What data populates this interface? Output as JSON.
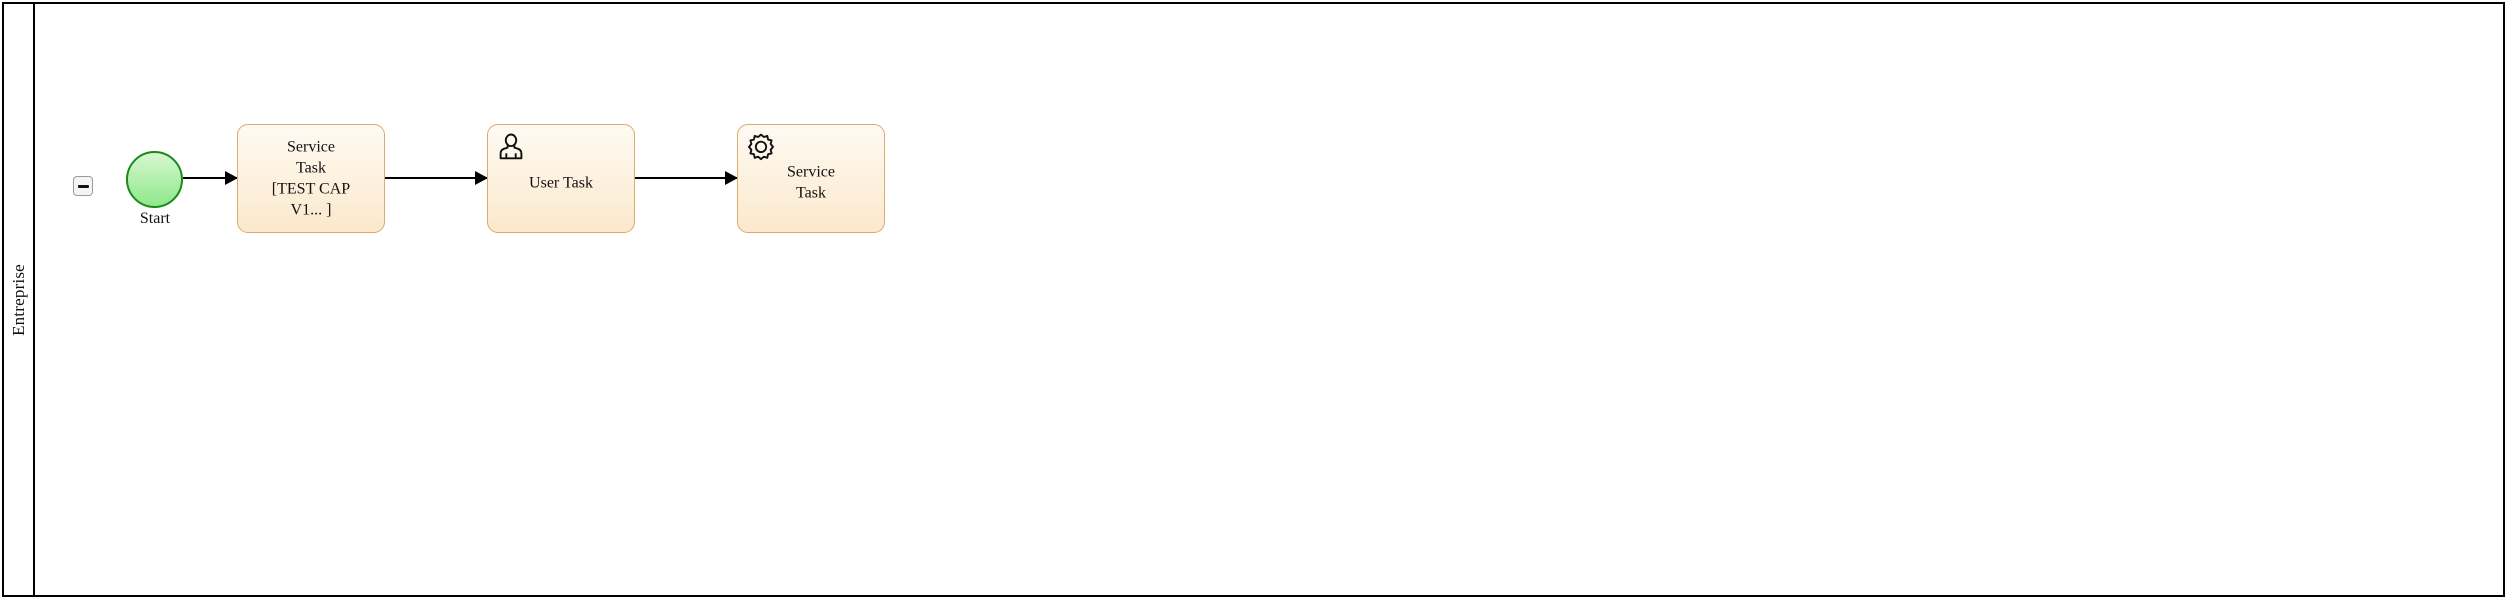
{
  "diagram": {
    "type": "bpmn-process",
    "pool": {
      "lane_label": "Entreprise",
      "collapse_toggle": "−"
    },
    "nodes": [
      {
        "id": "start-event",
        "kind": "start-event",
        "label": "Start",
        "icon": "none",
        "fill_top": "#d7f7d3",
        "fill_bottom": "#8ee88c",
        "stroke": "#1a8a1a"
      },
      {
        "id": "task-service-1",
        "kind": "service-task",
        "label": "Service\nTask\n[TEST CAP\nV1... ]",
        "icon": "none",
        "fill_top": "#fefaf3",
        "fill_bottom": "#fbe8cc",
        "stroke": "#d9ab6e"
      },
      {
        "id": "task-user-1",
        "kind": "user-task",
        "label": "User Task",
        "icon": "user-icon",
        "fill_top": "#fefaf3",
        "fill_bottom": "#fbe8cc",
        "stroke": "#d9ab6e"
      },
      {
        "id": "task-service-2",
        "kind": "service-task",
        "label": "Service\nTask",
        "icon": "gear-icon",
        "fill_top": "#fefaf3",
        "fill_bottom": "#fbe8cc",
        "stroke": "#d9ab6e"
      }
    ],
    "flows": [
      {
        "id": "flow-1",
        "from": "start-event",
        "to": "task-service-1",
        "label": ""
      },
      {
        "id": "flow-2",
        "from": "task-service-1",
        "to": "task-user-1",
        "label": ""
      },
      {
        "id": "flow-3",
        "from": "task-user-1",
        "to": "task-service-2",
        "label": ""
      }
    ],
    "colors": {
      "frame": "#000000",
      "flow": "#000000",
      "canvas": "#ffffff"
    }
  }
}
